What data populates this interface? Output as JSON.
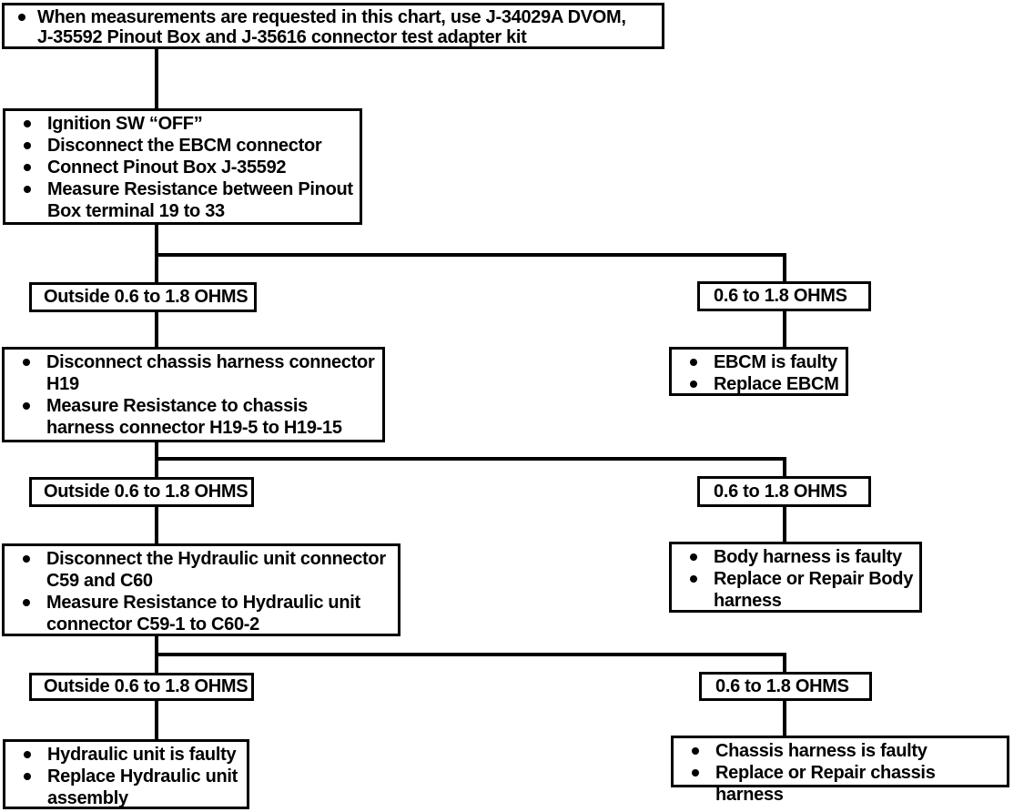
{
  "colors": {
    "ink": "#000000",
    "paper": "#ffffff"
  },
  "nodes": {
    "note": {
      "items": [
        "When measurements are requested in this chart, use J-34029A DVOM, J-35592 Pinout Box and J-35616 connector test adapter kit"
      ]
    },
    "step1": {
      "items": [
        "Ignition SW “OFF”",
        "Disconnect the EBCM connector",
        "Connect Pinout Box J-35592",
        "Measure Resistance between Pinout Box terminal 19 to 33"
      ]
    },
    "decision1_left": {
      "label": "Outside 0.6 to 1.8 OHMS"
    },
    "decision1_right": {
      "label": "0.6 to 1.8 OHMS"
    },
    "result1_right": {
      "items": [
        "EBCM is faulty",
        "Replace EBCM"
      ]
    },
    "step2": {
      "items": [
        "Disconnect chassis harness connector H19",
        "Measure Resistance to chassis harness connector H19-5 to H19-15"
      ]
    },
    "decision2_left": {
      "label": "Outside 0.6 to 1.8 OHMS"
    },
    "decision2_right": {
      "label": "0.6 to 1.8 OHMS"
    },
    "result2_right": {
      "items": [
        "Body harness is faulty",
        "Replace or Repair Body harness"
      ]
    },
    "step3": {
      "items": [
        "Disconnect the Hydraulic unit connector C59 and C60",
        "Measure Resistance to Hydraulic unit connector C59-1 to C60-2"
      ]
    },
    "decision3_left": {
      "label": "Outside 0.6 to 1.8 OHMS"
    },
    "decision3_right": {
      "label": "0.6 to 1.8 OHMS"
    },
    "result3_left": {
      "items": [
        "Hydraulic unit is faulty",
        "Replace Hydraulic unit assembly"
      ]
    },
    "result3_right": {
      "items": [
        "Chassis harness is faulty",
        "Replace or Repair chassis harness"
      ]
    }
  }
}
